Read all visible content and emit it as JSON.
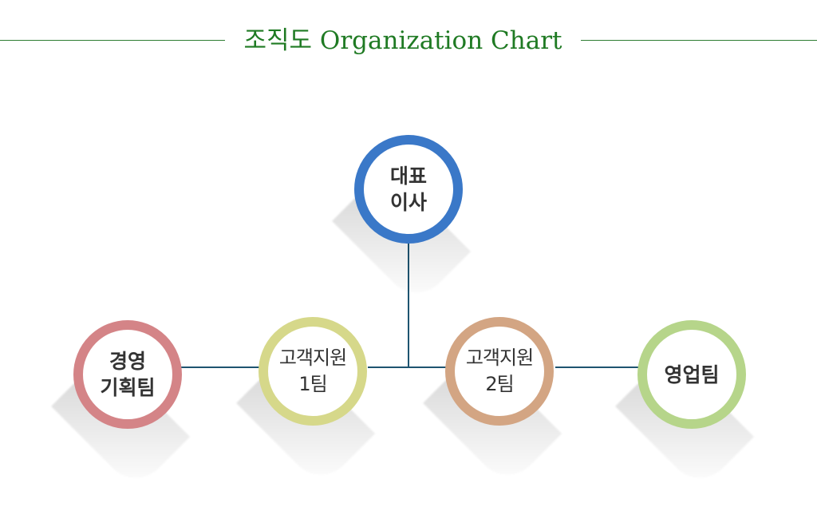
{
  "header": {
    "title": "조직도 Organization Chart"
  },
  "colors": {
    "title": "#1f7a23",
    "rule": "#2e7d32",
    "connector": "#1e5470",
    "ceo": "#3a78c8",
    "planning": "#d48487",
    "support1": "#d6d88a",
    "support2": "#d3a583",
    "sales": "#b6d58a"
  },
  "nodes": {
    "ceo": {
      "label": "대표\n이사"
    },
    "planning": {
      "label": "경영\n기획팀"
    },
    "support1": {
      "label": "고객지원\n1팀"
    },
    "support2": {
      "label": "고객지원\n2팀"
    },
    "sales": {
      "label": "영업팀"
    }
  }
}
